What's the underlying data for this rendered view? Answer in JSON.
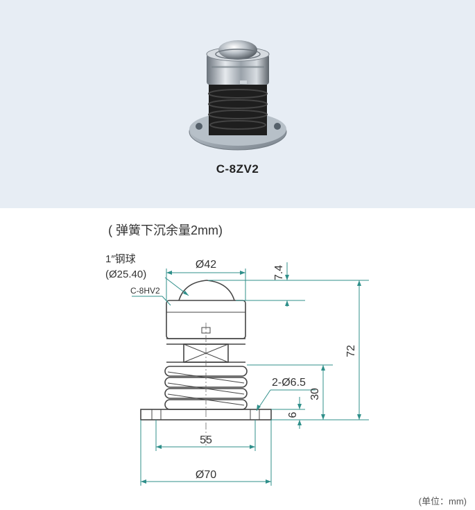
{
  "product": {
    "code": "C-8ZV2"
  },
  "drawing": {
    "title": "( 弹簧下沉余量2mm)",
    "ball_label": "1″钢球",
    "ball_size": "(Ø25.40)",
    "part_label": "C-8HV2",
    "dim_top_dia": "Ø42",
    "dim_ball_height": "7.4",
    "dim_total_height": "72",
    "dim_holes": "2-Ø6.5",
    "dim_spring_height": "30",
    "dim_flange": "6",
    "dim_pitch": "55",
    "dim_base_dia": "Ø70"
  },
  "unit_note": "(单位：mm)",
  "colors": {
    "panel": "#e7edf4",
    "dim_line": "#2f8f8a",
    "outline": "#444444"
  }
}
